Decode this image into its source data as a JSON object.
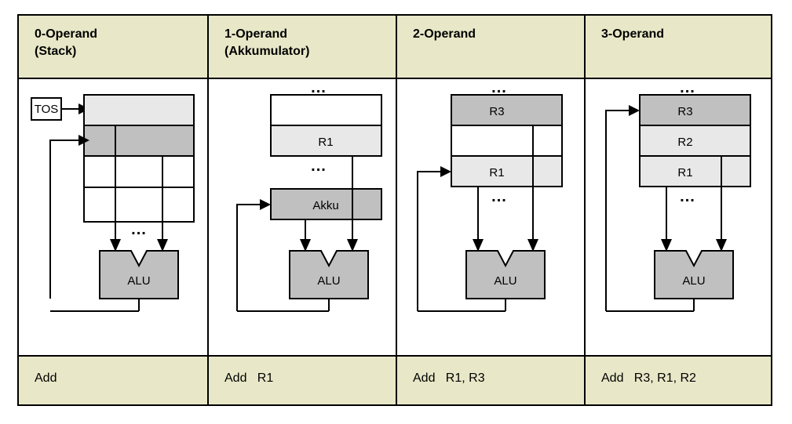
{
  "figure": {
    "title": "Operand count addressing schemes comparison table",
    "colors": {
      "header_bg": "#e8e8c8",
      "footer_bg": "#e8e8c8",
      "cell_bg": "#ffffff",
      "light_gray": "#e8e8e8",
      "mid_gray": "#c0c0c0",
      "border": "#000000"
    }
  },
  "columns": [
    {
      "id": "col-0-operand",
      "header": "0-Operand\n(Stack)",
      "instruction": "Add",
      "diagram": {
        "pointer_label": "TOS",
        "alu_label": "ALU",
        "ellipsis": "...",
        "cells": [
          {
            "label": "",
            "fill": "light"
          },
          {
            "label": "",
            "fill": "mid"
          },
          {
            "label": "",
            "fill": "white"
          },
          {
            "label": "",
            "fill": "white"
          }
        ]
      }
    },
    {
      "id": "col-1-operand",
      "header": "1-Operand\n(Akkumulator)",
      "instruction": "Add   R1",
      "diagram": {
        "accumulator_label": "Akku",
        "alu_label": "ALU",
        "ellipsis": "...",
        "cells": [
          {
            "label": "",
            "fill": "white"
          },
          {
            "label": "R1",
            "fill": "light"
          }
        ]
      }
    },
    {
      "id": "col-2-operand",
      "header": "2-Operand",
      "instruction": "Add   R1, R3",
      "diagram": {
        "alu_label": "ALU",
        "ellipsis": "...",
        "cells": [
          {
            "label": "R3",
            "fill": "mid"
          },
          {
            "label": "",
            "fill": "white"
          },
          {
            "label": "R1",
            "fill": "light"
          }
        ]
      }
    },
    {
      "id": "col-3-operand",
      "header": "3-Operand",
      "instruction": "Add   R3, R1, R2",
      "diagram": {
        "alu_label": "ALU",
        "ellipsis": "...",
        "cells": [
          {
            "label": "R3",
            "fill": "mid"
          },
          {
            "label": "R2",
            "fill": "light"
          },
          {
            "label": "R1",
            "fill": "light"
          }
        ]
      }
    }
  ]
}
